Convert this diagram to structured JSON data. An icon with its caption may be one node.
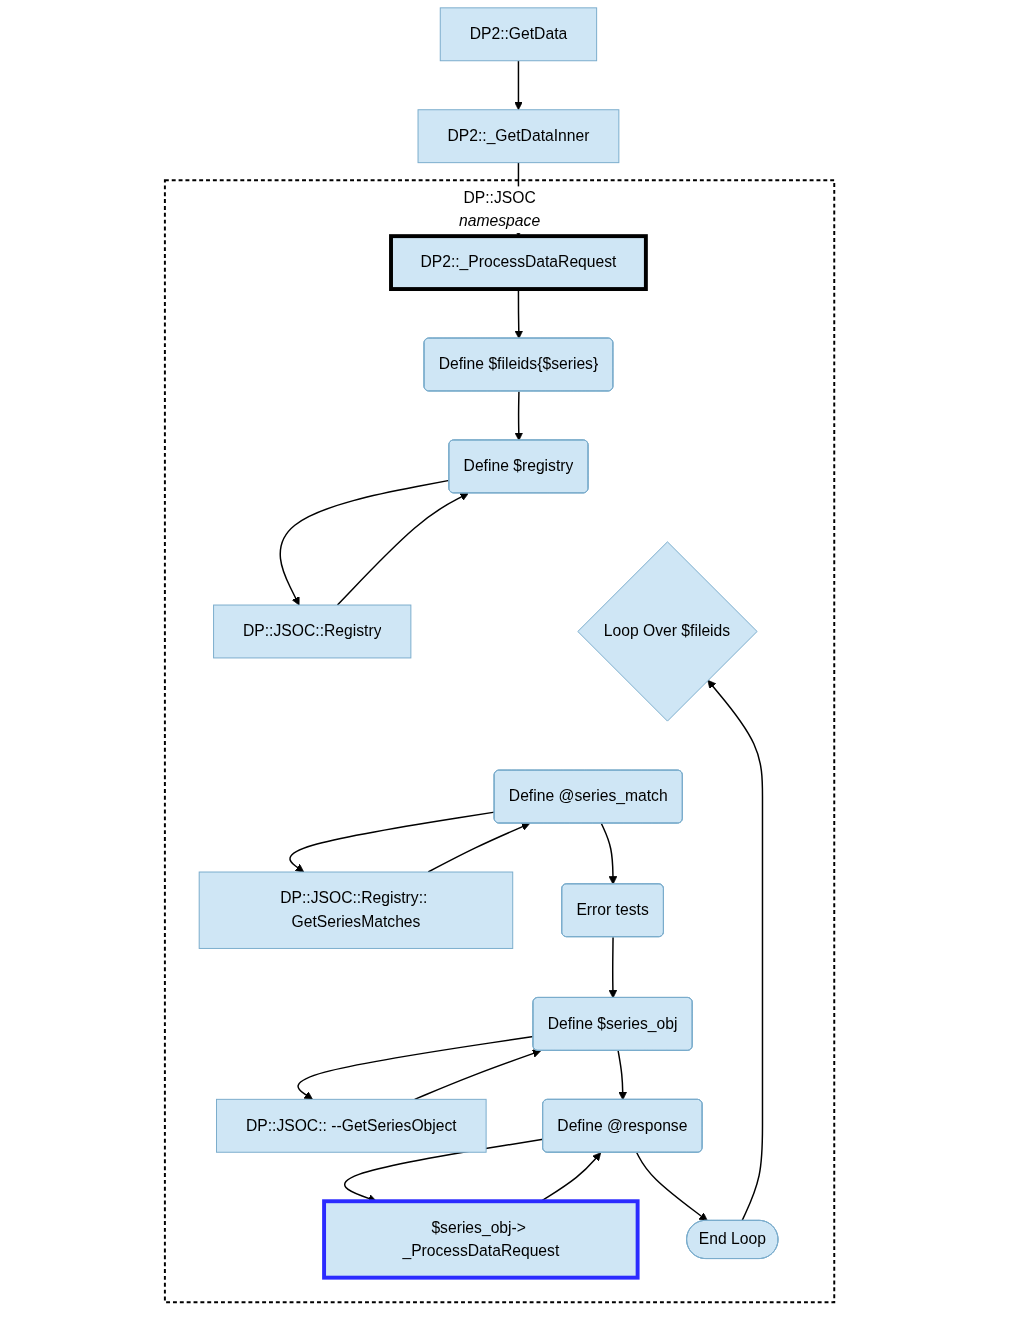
{
  "diagram": {
    "nodes": [
      {
        "text": [
          "DP2::GetData"
        ]
      },
      {
        "text": [
          "DP2::_GetDataInner"
        ]
      },
      {
        "text": [
          "DP::JSOC",
          "namespace"
        ]
      },
      {
        "text": [
          "DP2::_ProcessDataRequest"
        ],
        "in": 2
      },
      {
        "text": [
          "Define $fileids{$series}"
        ],
        "in": 2
      },
      {
        "text": [
          "Define $registry"
        ],
        "in": 2
      },
      {
        "text": [
          "DP::JSOC::Registry"
        ],
        "in": 2
      },
      {
        "text": [
          "Loop Over $fileids"
        ],
        "in": 2
      },
      {
        "text": [
          "Define @series_match"
        ],
        "in": 2
      },
      {
        "text": [
          "DP::JSOC::Registry:: GetSeriesMatches"
        ],
        "in": 2
      },
      {
        "text": [
          "Error tests"
        ],
        "in": 2
      },
      {
        "text": [
          "Define $series_obj"
        ],
        "in": 2
      },
      {
        "text": [
          "DP::JSOC:: --GetSeriesObject"
        ],
        "in": 2
      },
      {
        "text": [
          "Define @response"
        ],
        "in": 2
      },
      {
        "text": [
          "$series_obj-> _ProcessDataRequest"
        ],
        "in": 2
      },
      {
        "text": [
          "End Loop"
        ],
        "in": 2
      }
    ],
    "edges": [
      {
        "from": 0,
        "to": 1,
        "arrow": "to"
      },
      {
        "from": 1,
        "to": 3,
        "arrow": "to"
      },
      {
        "from": 3,
        "to": 4,
        "arrow": "to"
      },
      {
        "from": 4,
        "to": 5,
        "arrow": "to"
      },
      {
        "from": 6,
        "to": 5,
        "arrow": "to"
      },
      {
        "from": 5,
        "to": 6,
        "arrow": "to"
      },
      {
        "from": 15,
        "to": 7,
        "arrow": "to"
      },
      {
        "from": 9,
        "to": 8,
        "arrow": "to"
      },
      {
        "from": 8,
        "to": 9,
        "arrow": "to"
      },
      {
        "from": 8,
        "to": 10,
        "arrow": "to"
      },
      {
        "from": 10,
        "to": 11,
        "arrow": "to"
      },
      {
        "from": 12,
        "to": 11,
        "arrow": "to"
      },
      {
        "from": 11,
        "to": 12,
        "arrow": "to"
      },
      {
        "from": 11,
        "to": 13,
        "arrow": "to"
      },
      {
        "from": 14,
        "to": 13,
        "arrow": "to"
      },
      {
        "from": 13,
        "to": 14,
        "arrow": "to"
      },
      {
        "from": 13,
        "to": 15,
        "arrow": "to"
      }
    ]
  }
}
